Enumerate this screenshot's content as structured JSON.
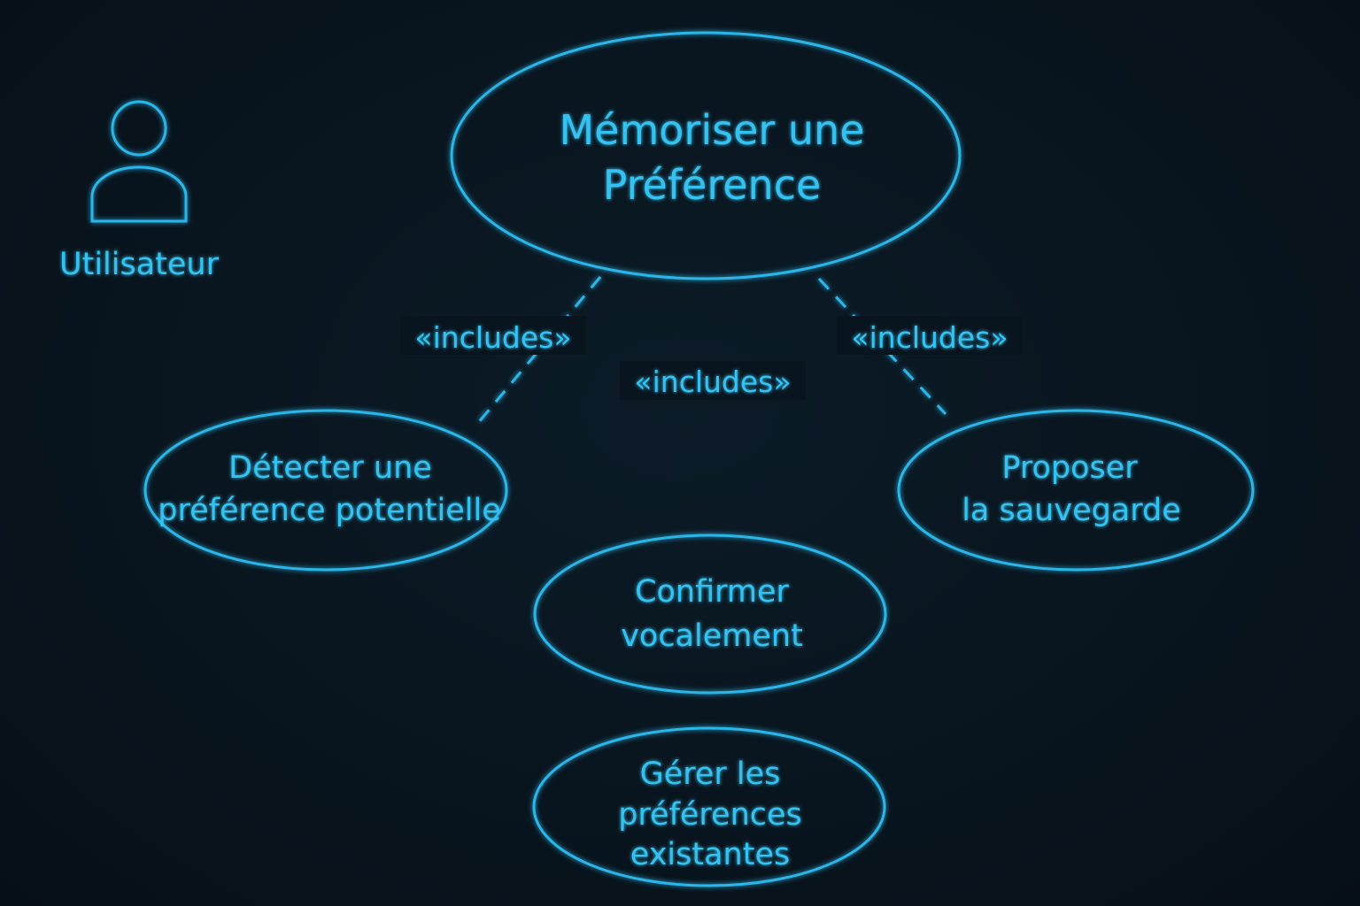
{
  "colors": {
    "background": "#08141e",
    "stroke": "#2bb6e8",
    "text": "#36c2f0"
  },
  "actor": {
    "label": "Utilisateur",
    "icon": "person-icon"
  },
  "main_use_case": {
    "line1": "Mémoriser une",
    "line2": "Préférence"
  },
  "use_cases": {
    "detect": {
      "line1": "Détecter une",
      "line2": "préférence potentielle"
    },
    "confirm": {
      "line1": "Confirmer",
      "line2": "vocalement"
    },
    "propose": {
      "line1": "Proposer",
      "line2": "la sauvegarde"
    },
    "manage": {
      "line1": "Gérer les",
      "line2": "préférences",
      "line3": "existantes"
    }
  },
  "relations": {
    "left_label": "«includes»",
    "center_label": "«includes»",
    "right_label": "«includes»"
  }
}
